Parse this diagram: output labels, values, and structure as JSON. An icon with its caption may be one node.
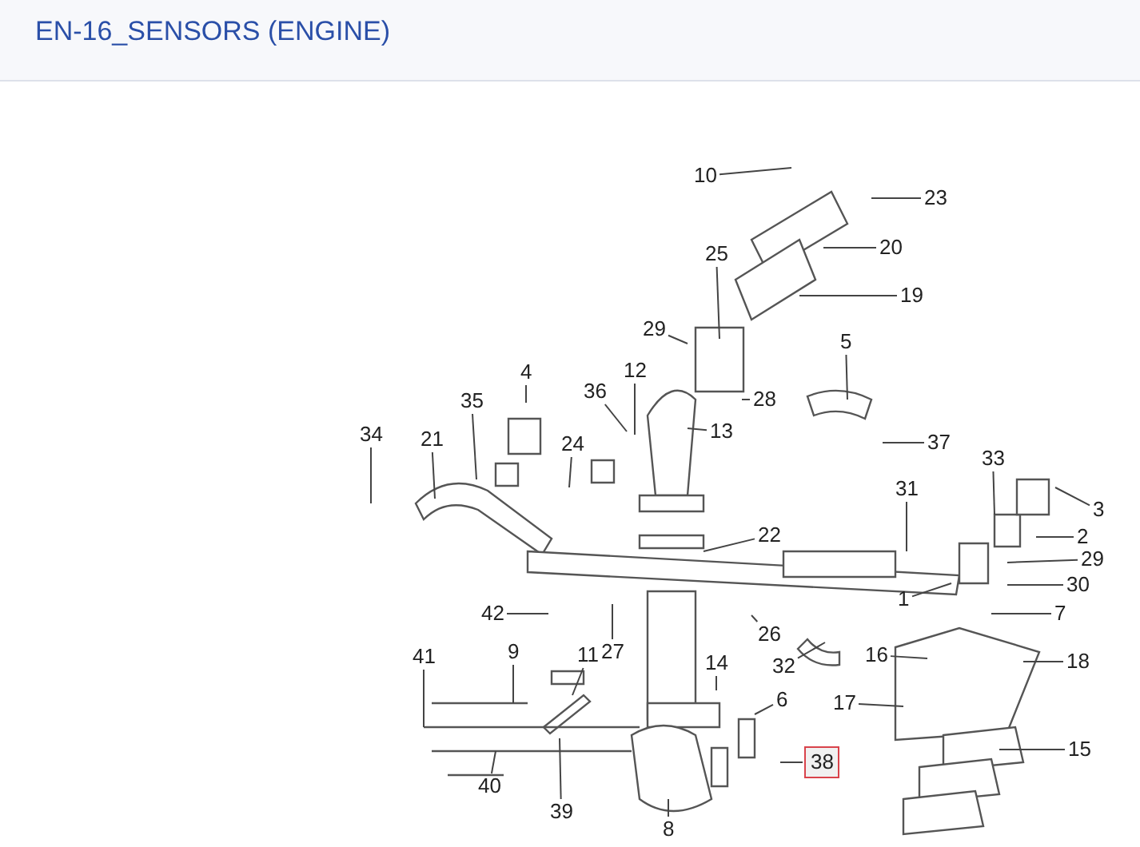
{
  "diagram": {
    "title": "EN-16_SENSORS (ENGINE)",
    "nodes": [
      {
        "text": [
          "10"
        ]
      },
      {
        "text": [
          "23"
        ]
      },
      {
        "text": [
          "20"
        ]
      },
      {
        "text": [
          "25"
        ]
      },
      {
        "text": [
          "19"
        ]
      },
      {
        "text": [
          "29"
        ]
      },
      {
        "text": [
          "5"
        ]
      },
      {
        "text": [
          "28"
        ]
      },
      {
        "text": [
          "12"
        ]
      },
      {
        "text": [
          "4"
        ]
      },
      {
        "text": [
          "35"
        ]
      },
      {
        "text": [
          "36"
        ]
      },
      {
        "text": [
          "24"
        ]
      },
      {
        "text": [
          "13"
        ]
      },
      {
        "text": [
          "34"
        ]
      },
      {
        "text": [
          "21"
        ]
      },
      {
        "text": [
          "37"
        ]
      },
      {
        "text": [
          "33"
        ]
      },
      {
        "text": [
          "31"
        ]
      },
      {
        "text": [
          "3"
        ]
      },
      {
        "text": [
          "2"
        ]
      },
      {
        "text": [
          "22"
        ]
      },
      {
        "text": [
          "29"
        ]
      },
      {
        "text": [
          "1"
        ]
      },
      {
        "text": [
          "30"
        ]
      },
      {
        "text": [
          "42"
        ]
      },
      {
        "text": [
          "7"
        ]
      },
      {
        "text": [
          "27"
        ]
      },
      {
        "text": [
          "26"
        ]
      },
      {
        "text": [
          "9"
        ]
      },
      {
        "text": [
          "41"
        ]
      },
      {
        "text": [
          "11"
        ]
      },
      {
        "text": [
          "14"
        ]
      },
      {
        "text": [
          "16"
        ]
      },
      {
        "text": [
          "32"
        ]
      },
      {
        "text": [
          "17"
        ]
      },
      {
        "text": [
          "18"
        ]
      },
      {
        "text": [
          "6"
        ]
      },
      {
        "text": [
          "15"
        ]
      },
      {
        "text": [
          "38"
        ]
      },
      {
        "text": [
          "40"
        ]
      },
      {
        "text": [
          "39"
        ]
      },
      {
        "text": [
          "8"
        ]
      }
    ],
    "edges": [
      {
        "from": 0,
        "to": null,
        "arrow": "none"
      },
      {
        "from": 1,
        "to": null,
        "arrow": "none"
      },
      {
        "from": 2,
        "to": null,
        "arrow": "none"
      },
      {
        "from": 3,
        "to": null,
        "arrow": "none"
      },
      {
        "from": 4,
        "to": null,
        "arrow": "none"
      },
      {
        "from": 5,
        "to": null,
        "arrow": "none"
      },
      {
        "from": 6,
        "to": null,
        "arrow": "none"
      },
      {
        "from": 7,
        "to": null,
        "arrow": "none"
      },
      {
        "from": 8,
        "to": null,
        "arrow": "none"
      },
      {
        "from": 9,
        "to": null,
        "arrow": "none"
      },
      {
        "from": 10,
        "to": null,
        "arrow": "none"
      },
      {
        "from": 11,
        "to": null,
        "arrow": "none"
      },
      {
        "from": 12,
        "to": null,
        "arrow": "none"
      },
      {
        "from": 13,
        "to": null,
        "arrow": "none"
      },
      {
        "from": 14,
        "to": null,
        "arrow": "none"
      },
      {
        "from": 15,
        "to": null,
        "arrow": "none"
      },
      {
        "from": 16,
        "to": null,
        "arrow": "none"
      },
      {
        "from": 17,
        "to": null,
        "arrow": "none"
      },
      {
        "from": 18,
        "to": null,
        "arrow": "none"
      },
      {
        "from": 19,
        "to": null,
        "arrow": "none"
      },
      {
        "from": 20,
        "to": null,
        "arrow": "none"
      },
      {
        "from": 21,
        "to": null,
        "arrow": "none"
      },
      {
        "from": 22,
        "to": null,
        "arrow": "none"
      },
      {
        "from": 23,
        "to": null,
        "arrow": "none"
      },
      {
        "from": 24,
        "to": null,
        "arrow": "none"
      },
      {
        "from": 25,
        "to": null,
        "arrow": "none"
      },
      {
        "from": 26,
        "to": null,
        "arrow": "none"
      },
      {
        "from": 27,
        "to": null,
        "arrow": "none"
      },
      {
        "from": 28,
        "to": null,
        "arrow": "none"
      },
      {
        "from": 29,
        "to": null,
        "arrow": "none"
      },
      {
        "from": 30,
        "to": null,
        "arrow": "none"
      },
      {
        "from": 31,
        "to": null,
        "arrow": "none"
      },
      {
        "from": 32,
        "to": null,
        "arrow": "none"
      },
      {
        "from": 33,
        "to": null,
        "arrow": "none"
      },
      {
        "from": 34,
        "to": null,
        "arrow": "none"
      },
      {
        "from": 35,
        "to": null,
        "arrow": "none"
      },
      {
        "from": 36,
        "to": null,
        "arrow": "none"
      },
      {
        "from": 37,
        "to": null,
        "arrow": "none"
      },
      {
        "from": 38,
        "to": null,
        "arrow": "none"
      },
      {
        "from": 39,
        "to": null,
        "arrow": "none"
      },
      {
        "from": 40,
        "to": null,
        "arrow": "none"
      },
      {
        "from": 41,
        "to": null,
        "arrow": "none"
      },
      {
        "from": 42,
        "to": null,
        "arrow": "none"
      }
    ]
  }
}
